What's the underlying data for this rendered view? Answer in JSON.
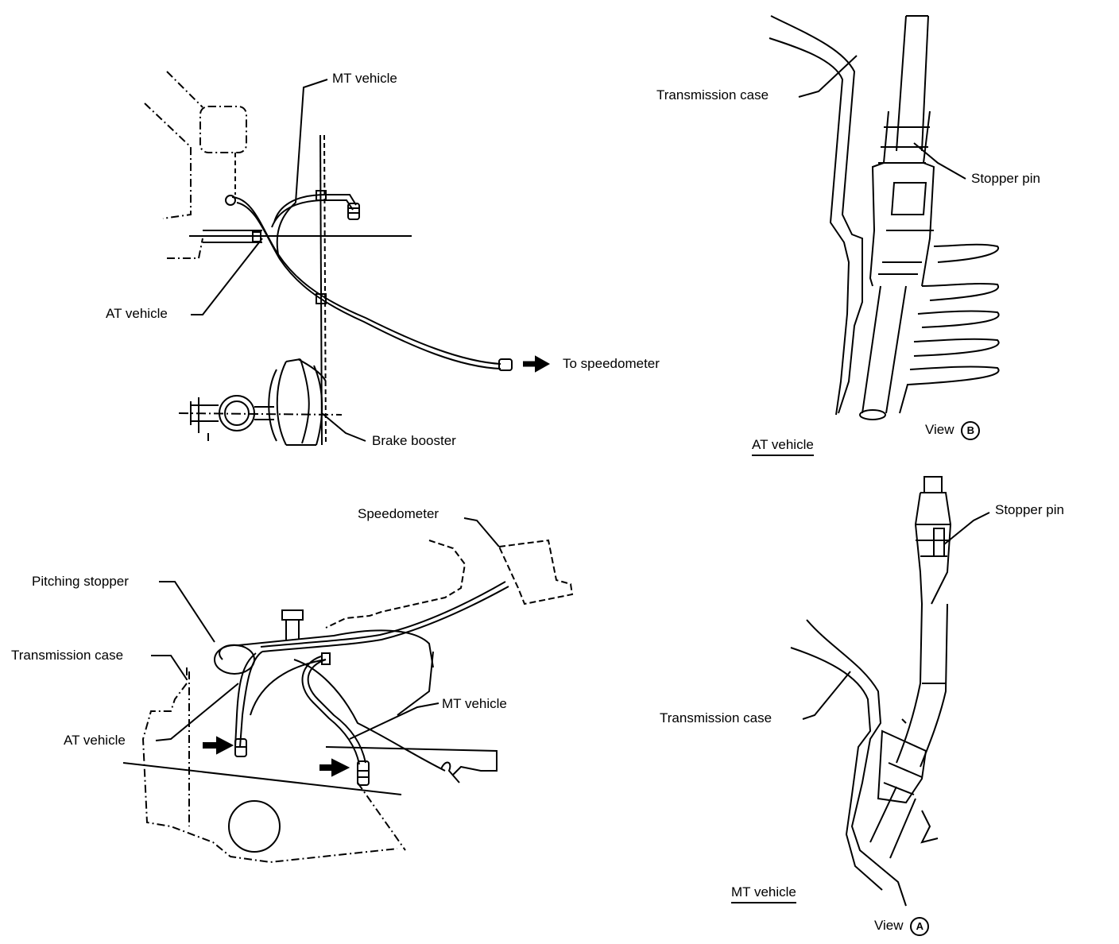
{
  "top_left": {
    "labels": {
      "mt_vehicle": "MT vehicle",
      "at_vehicle": "AT vehicle",
      "to_speedometer": "To speedometer",
      "brake_booster": "Brake booster"
    }
  },
  "top_right": {
    "labels": {
      "transmission_case": "Transmission case",
      "stopper_pin": "Stopper pin",
      "view_prefix": "View",
      "view_letter": "B",
      "vehicle_caption": "AT vehicle"
    }
  },
  "bottom_left": {
    "labels": {
      "speedometer": "Speedometer",
      "pitching_stopper": "Pitching stopper",
      "transmission_case": "Transmission case",
      "mt_vehicle": "MT vehicle",
      "at_vehicle": "AT vehicle"
    }
  },
  "bottom_right": {
    "labels": {
      "stopper_pin": "Stopper pin",
      "transmission_case": "Transmission case",
      "vehicle_caption": "MT vehicle",
      "view_prefix": "View",
      "view_letter": "A"
    }
  }
}
